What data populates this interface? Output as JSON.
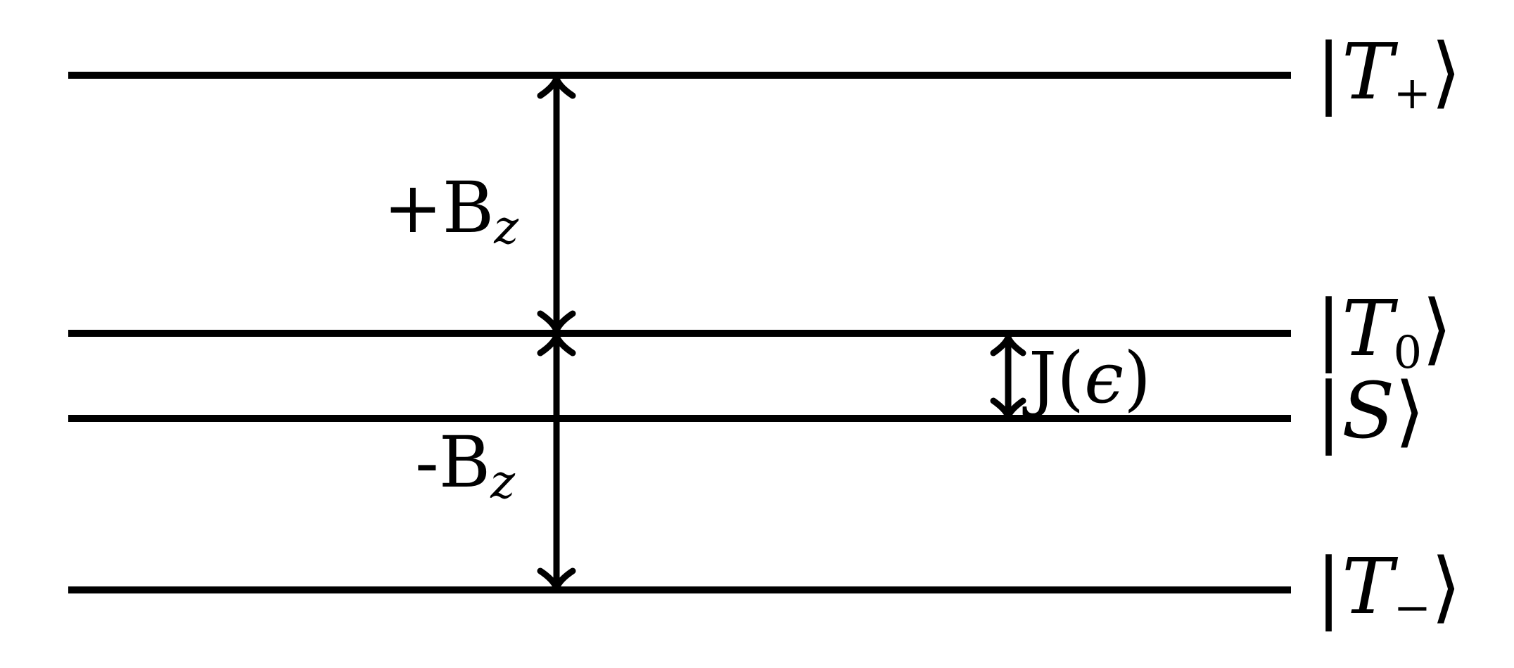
{
  "diagram": {
    "levels": [
      {
        "id": "T_plus",
        "state": "T",
        "subscript": "+"
      },
      {
        "id": "T_zero",
        "state": "T",
        "subscript": "0"
      },
      {
        "id": "S",
        "state": "S",
        "subscript": ""
      },
      {
        "id": "T_minus",
        "state": "T",
        "subscript": "−"
      }
    ],
    "bz_plus": {
      "sign": "+",
      "symbol": "B",
      "subscript": "z"
    },
    "bz_minus": {
      "sign": "-",
      "symbol": "B",
      "subscript": "z"
    },
    "exchange": {
      "symbol": "J",
      "arg": "ϵ"
    },
    "ket": {
      "open": "|",
      "close": "⟩"
    }
  }
}
